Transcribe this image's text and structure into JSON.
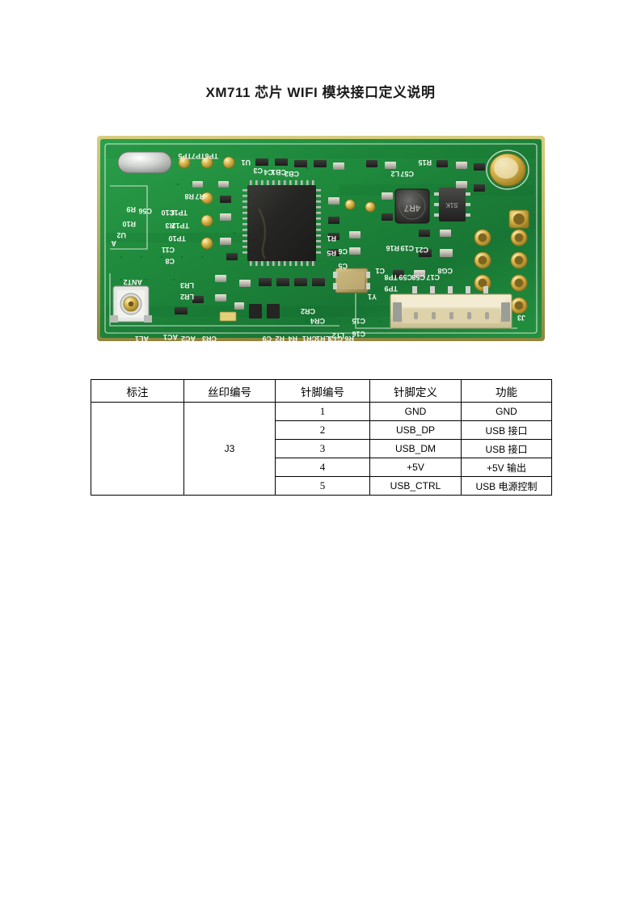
{
  "document": {
    "title": "XM711 芯片 WIFI 模块接口定义说明",
    "page_background": "#ffffff"
  },
  "photo": {
    "alt_name": "xm711-wifi-module-pcb-photo",
    "board_color": "#1f8a3c",
    "board_edge_color": "#c9bf6a",
    "silkscreen_color": "#f2f4ef",
    "pad_gold_color": "#d8b84a",
    "ic_color": "#2a2a28",
    "connector_color": "#e8dfc0",
    "silkscreen_labels": [
      "TP6",
      "TP7",
      "TP5",
      "U1",
      "C3",
      "C4",
      "CB1",
      "CB2",
      "R8",
      "R7",
      "R9",
      "R10",
      "C56",
      "U2",
      "A",
      "C10",
      "TP11",
      "R3",
      "TP12",
      "TP10",
      "C11",
      "C8",
      "ANT2",
      "LR3",
      "LR2",
      "AC1",
      "AC2",
      "AL1",
      "CR3",
      "C9",
      "R2",
      "R4",
      "CR1",
      "LR1",
      "CT3",
      "R6",
      "CR4",
      "CR2",
      "LT2",
      "C16",
      "C15",
      "Y1",
      "R1",
      "R5",
      "C6",
      "C5",
      "L2",
      "C57",
      "R15",
      "R16",
      "C19",
      "C21",
      "TP8",
      "TP9",
      "C59",
      "C58",
      "C17",
      "CG8",
      "J3",
      "C1"
    ],
    "main_ic_marking": "",
    "inductor_marking": "4R7",
    "connector_ref": "J3",
    "connector_pin_count": 5
  },
  "table": {
    "name": "pin-definition-table",
    "headers": [
      "标注",
      "丝印编号",
      "针脚编号",
      "针脚定义",
      "功能"
    ],
    "silkscreen_number": "J3",
    "note": "",
    "rows": [
      {
        "pin": "1",
        "definition": "GND",
        "function": "GND"
      },
      {
        "pin": "2",
        "definition": "USB_DP",
        "function": "USB 接口"
      },
      {
        "pin": "3",
        "definition": "USB_DM",
        "function": "USB 接口"
      },
      {
        "pin": "4",
        "definition": "+5V",
        "function": "+5V 输出"
      },
      {
        "pin": "5",
        "definition": "USB_CTRL",
        "function": "USB 电源控制"
      }
    ]
  }
}
